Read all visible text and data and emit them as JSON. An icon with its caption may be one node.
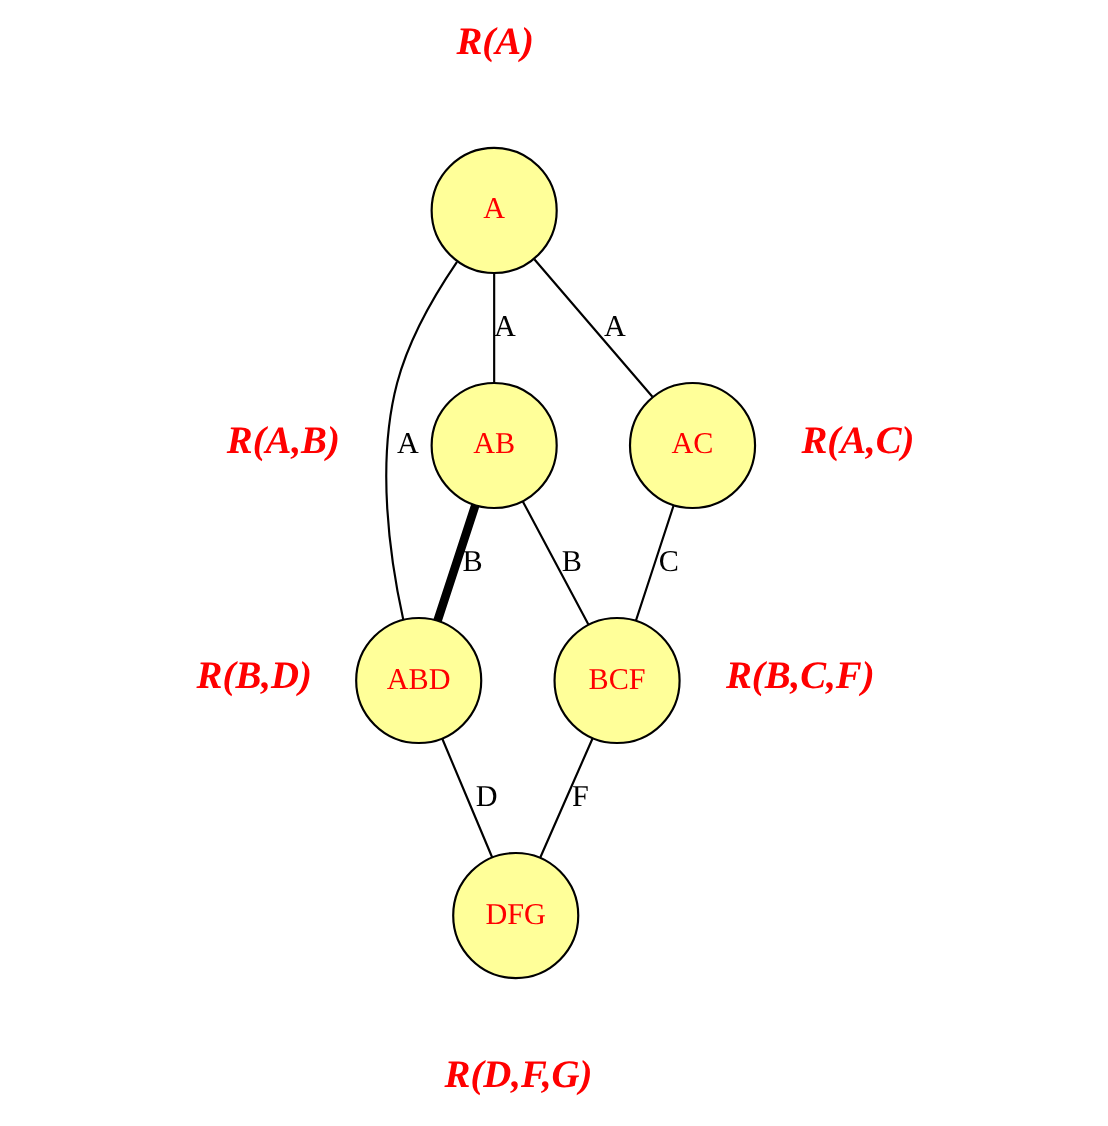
{
  "diagram": {
    "nodes": [
      {
        "text": [
          "A"
        ],
        "beside": [
          "R(A)"
        ]
      },
      {
        "text": [
          "AB"
        ],
        "beside": [
          "R(A,B)"
        ]
      },
      {
        "text": [
          "AC"
        ],
        "beside": [
          "R(A,C)"
        ]
      },
      {
        "text": [
          "ABD"
        ],
        "beside": [
          "R(B,D)"
        ]
      },
      {
        "text": [
          "BCF"
        ],
        "beside": [
          "R(B,C,F)"
        ]
      },
      {
        "text": [
          "DFG"
        ],
        "beside": [
          "R(D,F,G)"
        ]
      }
    ],
    "edges": [
      {
        "from": 0,
        "to": 1,
        "arrow": "none",
        "label": "A"
      },
      {
        "from": 0,
        "to": 2,
        "arrow": "none",
        "label": "A"
      },
      {
        "from": 1,
        "to": 3,
        "arrow": "none",
        "label": "B",
        "style": "thick"
      },
      {
        "from": 0,
        "to": 3,
        "arrow": "none",
        "label": "A"
      },
      {
        "from": 1,
        "to": 4,
        "arrow": "none",
        "label": "B"
      },
      {
        "from": 2,
        "to": 4,
        "arrow": "none",
        "label": "C"
      },
      {
        "from": 3,
        "to": 5,
        "arrow": "none",
        "label": "D"
      },
      {
        "from": 4,
        "to": 5,
        "arrow": "none",
        "label": "F"
      }
    ]
  }
}
